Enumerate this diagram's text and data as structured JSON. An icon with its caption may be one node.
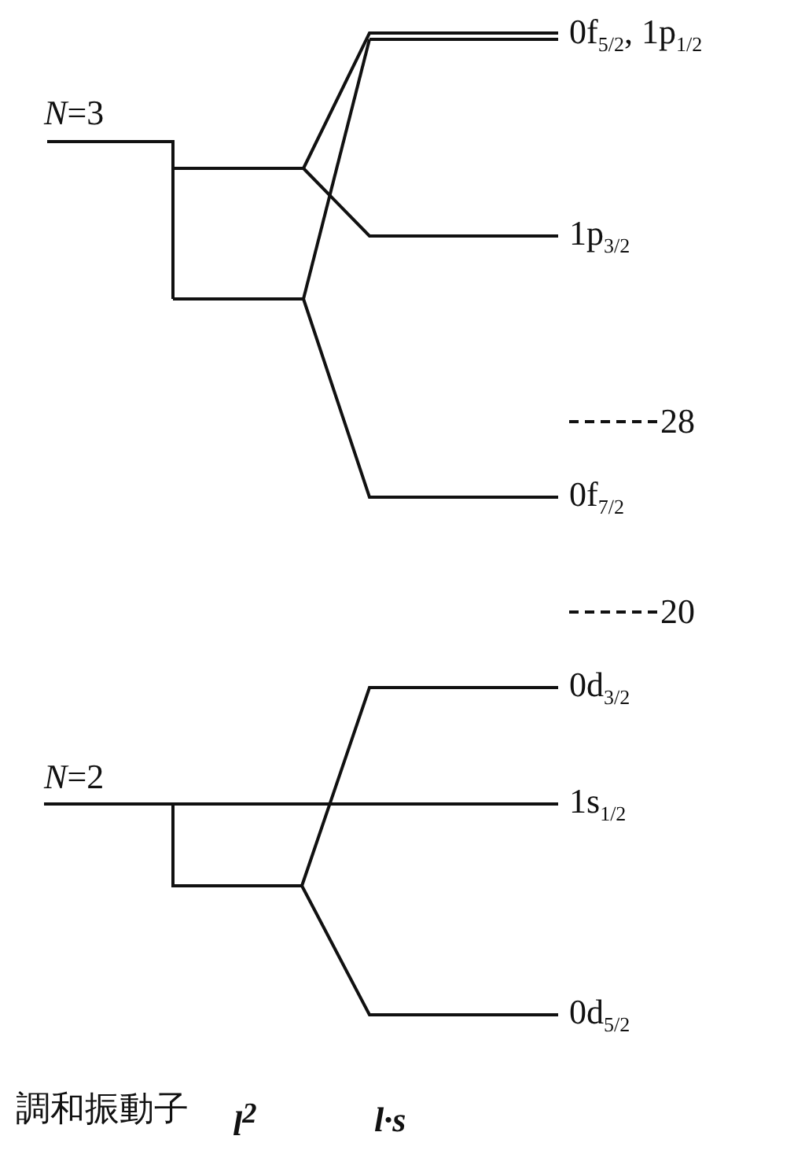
{
  "diagram": {
    "labels": [
      "*N*=3",
      "0f$_{5/2}$, 1p$_{1/2}$",
      "1p$_{3/2}$",
      "28",
      "0f$_{7/2}$",
      "20",
      "0d$_{3/2}$",
      "*N*=2",
      "1s$_{1/2}$",
      "0d$_{5/2}$",
      "調和振動子",
      "l$^{2}$",
      "l·s"
    ]
  }
}
